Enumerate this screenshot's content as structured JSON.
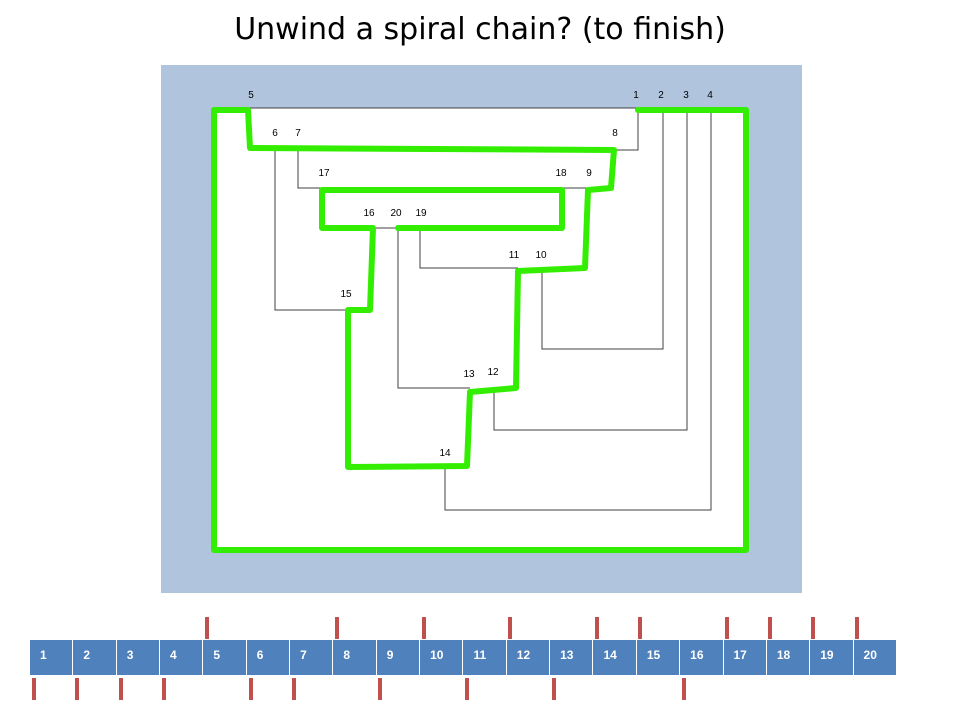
{
  "title": "Unwind a spiral chain? (to finish)",
  "colors": {
    "panel_background": "#b0c4de",
    "inner_background": "#ffffff",
    "chain_highlight": "#33ee00",
    "bracket_line": "#404040",
    "strip_fill": "#4f81bd",
    "tick": "#c0504d"
  },
  "node_labels": [
    "1",
    "2",
    "3",
    "4",
    "5",
    "6",
    "7",
    "8",
    "17",
    "18",
    "9",
    "16",
    "20",
    "19",
    "11",
    "10",
    "15",
    "13",
    "12",
    "14"
  ],
  "strip": {
    "cells": [
      "1",
      "2",
      "3",
      "4",
      "5",
      "6",
      "7",
      "8",
      "9",
      "10",
      "11",
      "12",
      "13",
      "14",
      "15",
      "16",
      "17",
      "18",
      "19",
      "20"
    ],
    "ticks_above": [
      5,
      8,
      10,
      12,
      14,
      15,
      17,
      18,
      19,
      20
    ],
    "ticks_below": [
      1,
      2,
      3,
      4,
      6,
      7,
      9,
      11,
      13,
      16
    ]
  }
}
